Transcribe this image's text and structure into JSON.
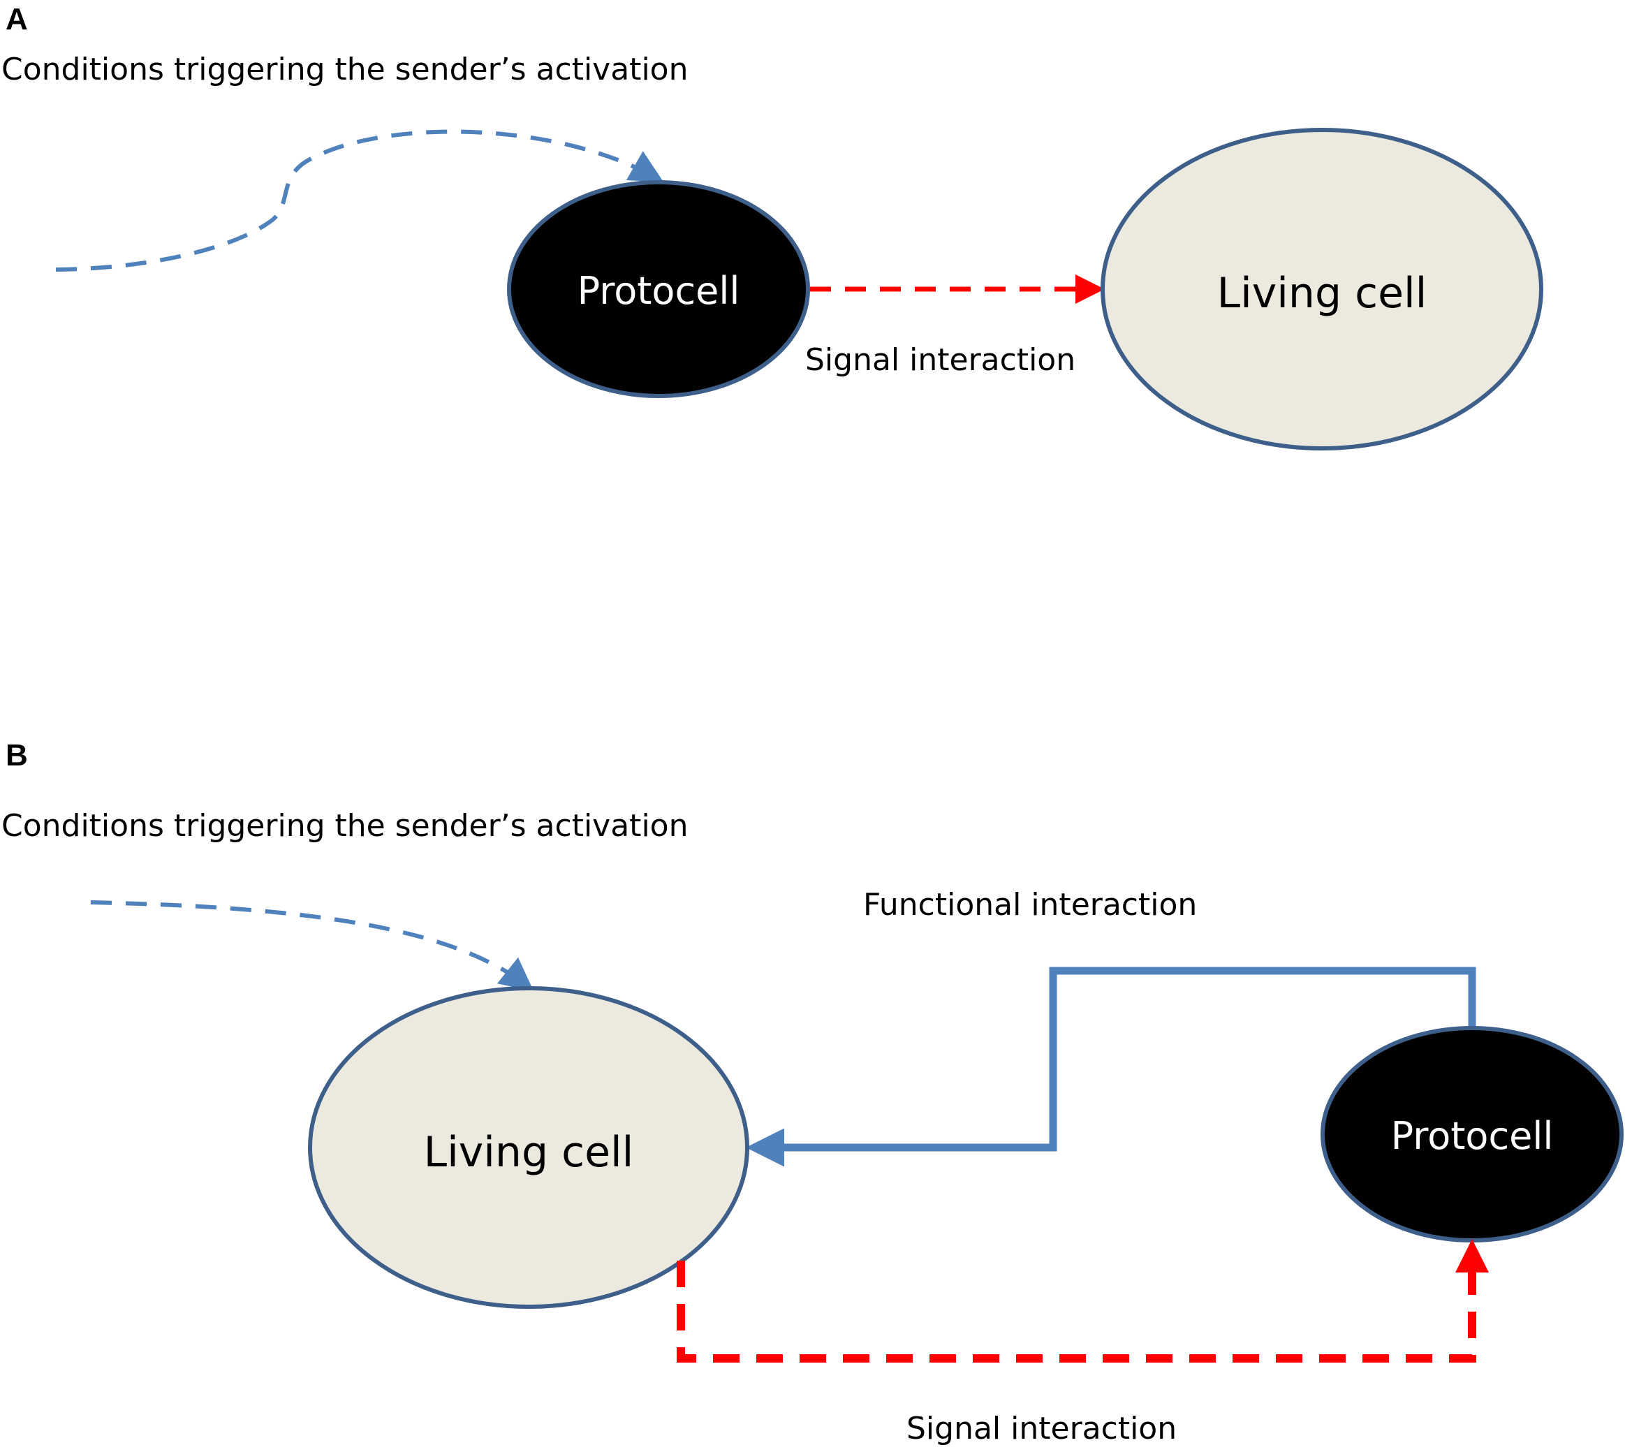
{
  "colors": {
    "node_border": "#3e5f8a",
    "protocell_fill": "#000000",
    "living_cell_fill": "#ece9df",
    "trigger_arrow": "#4f81bd",
    "signal_arrow": "#ff0000",
    "functional_arrow": "#4f81bd"
  },
  "panel_a": {
    "label": "A",
    "trigger_caption": "Conditions triggering the sender’s activation",
    "protocell_label": "Protocell",
    "living_cell_label": "Living cell",
    "signal_label": "Signal interaction"
  },
  "panel_b": {
    "label": "B",
    "trigger_caption": "Conditions triggering the sender’s activation",
    "functional_label": "Functional interaction",
    "living_cell_label": "Living cell",
    "protocell_label": "Protocell",
    "signal_label": "Signal interaction"
  }
}
